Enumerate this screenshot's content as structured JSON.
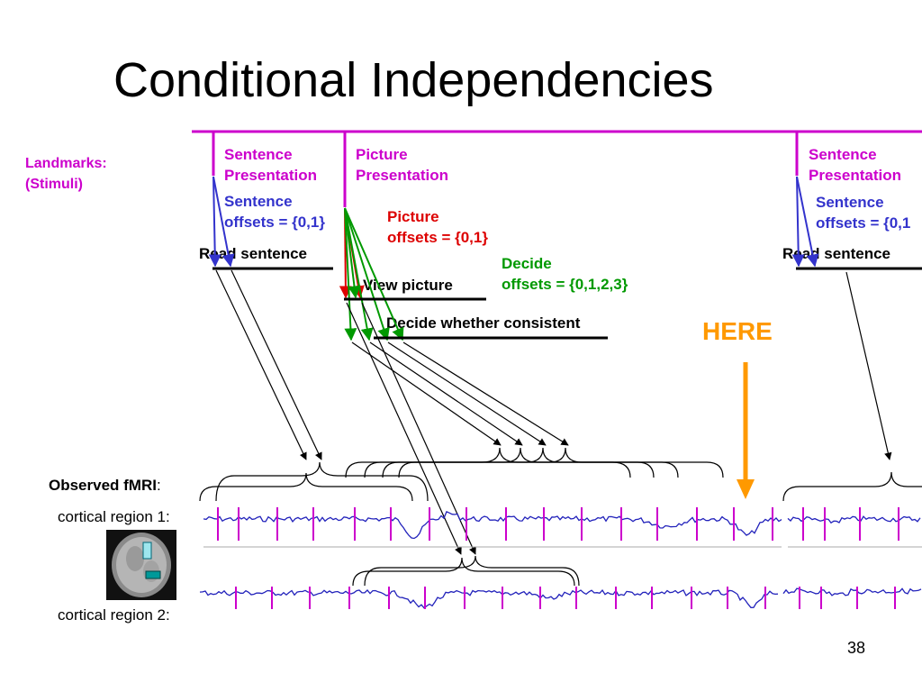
{
  "title": "Conditional Independencies",
  "landmarks_label": [
    "Landmarks:",
    "(Stimuli)"
  ],
  "sentence_presentation_1": [
    "Sentence",
    "Presentation"
  ],
  "picture_presentation": [
    "Picture",
    "Presentation"
  ],
  "sentence_presentation_2": [
    "Sentence",
    "Presentation"
  ],
  "sentence_offsets_1": [
    "Sentence",
    "offsets = {0,1}"
  ],
  "sentence_offsets_2": [
    "Sentence",
    "offsets = {0,1"
  ],
  "picture_offsets": [
    "Picture",
    "offsets = {0,1}"
  ],
  "decide_offsets": [
    "Decide",
    "offsets = {0,1,2,3}"
  ],
  "read_sentence_1": "Read sentence",
  "read_sentence_2": "Read sentence",
  "view_picture": "View picture",
  "decide_consistent": "Decide whether consistent",
  "here_label": "HERE",
  "observed_fmri": "Observed fMRI",
  "observed_colon": ":",
  "region_1": "cortical region 1:",
  "region_2": "cortical region 2:",
  "page_number": "38",
  "colors": {
    "landmark": "#cc00cc",
    "sentence": "#3333cc",
    "picture": "#dd0000",
    "decide": "#009900",
    "here": "#ff9900",
    "fmri_signal": "#2222bb"
  }
}
